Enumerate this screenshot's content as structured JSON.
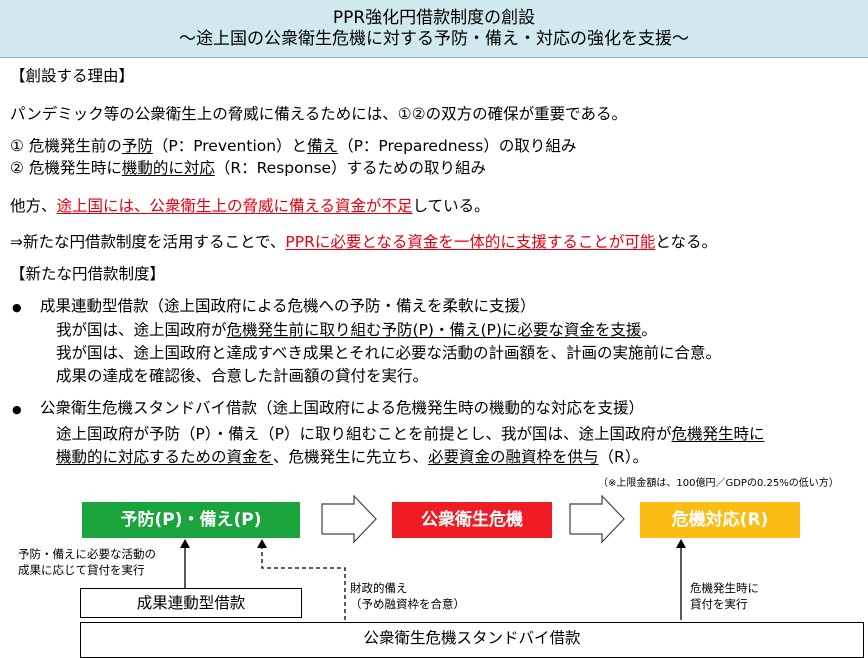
{
  "title": {
    "line1": "PPR強化円借款制度の創設",
    "line2": "〜途上国の公衆衛生危機に対する予防・備え・対応の強化を支援〜"
  },
  "reason": {
    "heading": "【創設する理由】",
    "intro": "パンデミック等の公衆衛生上の脅威に備えるためには、①②の双方の確保が重要である。",
    "item1": {
      "num": "① 危機発生前の",
      "u1": "予防",
      "mid1": "（P：Prevention）と",
      "u2": "備え",
      "tail": "（P：Preparedness）の取り組み"
    },
    "item2": {
      "num": "② 危機発生時に",
      "u1": "機動的に対応",
      "tail": "（R：Response）するための取り組み"
    },
    "other": {
      "pre": "他方、",
      "red": "途上国には、公衆衛生上の脅威に備える資金が不足",
      "post": "している。"
    },
    "conclusion": {
      "pre": "⇒新たな円借款制度を活用することで、",
      "red": "PPRに必要となる資金を一体的に支援することが可能",
      "post": "となる。"
    }
  },
  "scheme": {
    "heading": "【新たな円借款制度】",
    "bullet": "●",
    "item1": {
      "title": "成果連動型借款（途上国政府による危機への予防・備えを柔軟に支援）",
      "l1_pre": "我が国は、途上国政府が",
      "l1_u": "危機発生前に取り組む予防(P)・備え(P)に必要な資金を支援",
      "l1_post": "。",
      "l2": "我が国は、途上国政府と達成すべき成果とそれに必要な活動の計画額を、計画の実施前に合意。",
      "l3": "成果の達成を確認後、合意した計画額の貸付を実行。"
    },
    "item2": {
      "title": "公衆衛生危機スタンドバイ借款（途上国政府による危機発生時の機動的な対応を支援）",
      "l1_pre": "途上国政府が予防（P）・備え（P）に取り組むことを前提とし、我が国は、途上国政府が",
      "l1_u": "危機発生時に",
      "l2_u1": "機動的に対応するための資金を",
      "l2_mid": "、危機発生に先立ち、",
      "l2_u2": "必要資金の融資枠を供与",
      "l2_post": "（R）。"
    }
  },
  "diagram": {
    "note": "（※上限金額は、100億円／GDPの0.25%の低い方）",
    "box_pp": "予防(P)・備え(P)",
    "box_crisis": "公衆衛生危機",
    "box_response": "危機対応(R)",
    "label_left_1": "予防・備えに必要な活動の",
    "label_left_2": "成果に応じて貸付を実行",
    "label_mid_1": "財政的備え",
    "label_mid_2": "（予め融資枠を合意）",
    "label_right_1": "危機発生時に",
    "label_right_2": "貸付を実行",
    "box_results": "成果連動型借款",
    "box_standby": "公衆衛生危機スタンドバイ借款",
    "colors": {
      "green": "#19a53c",
      "red": "#ef1c23",
      "yellow": "#fbbc13"
    }
  }
}
